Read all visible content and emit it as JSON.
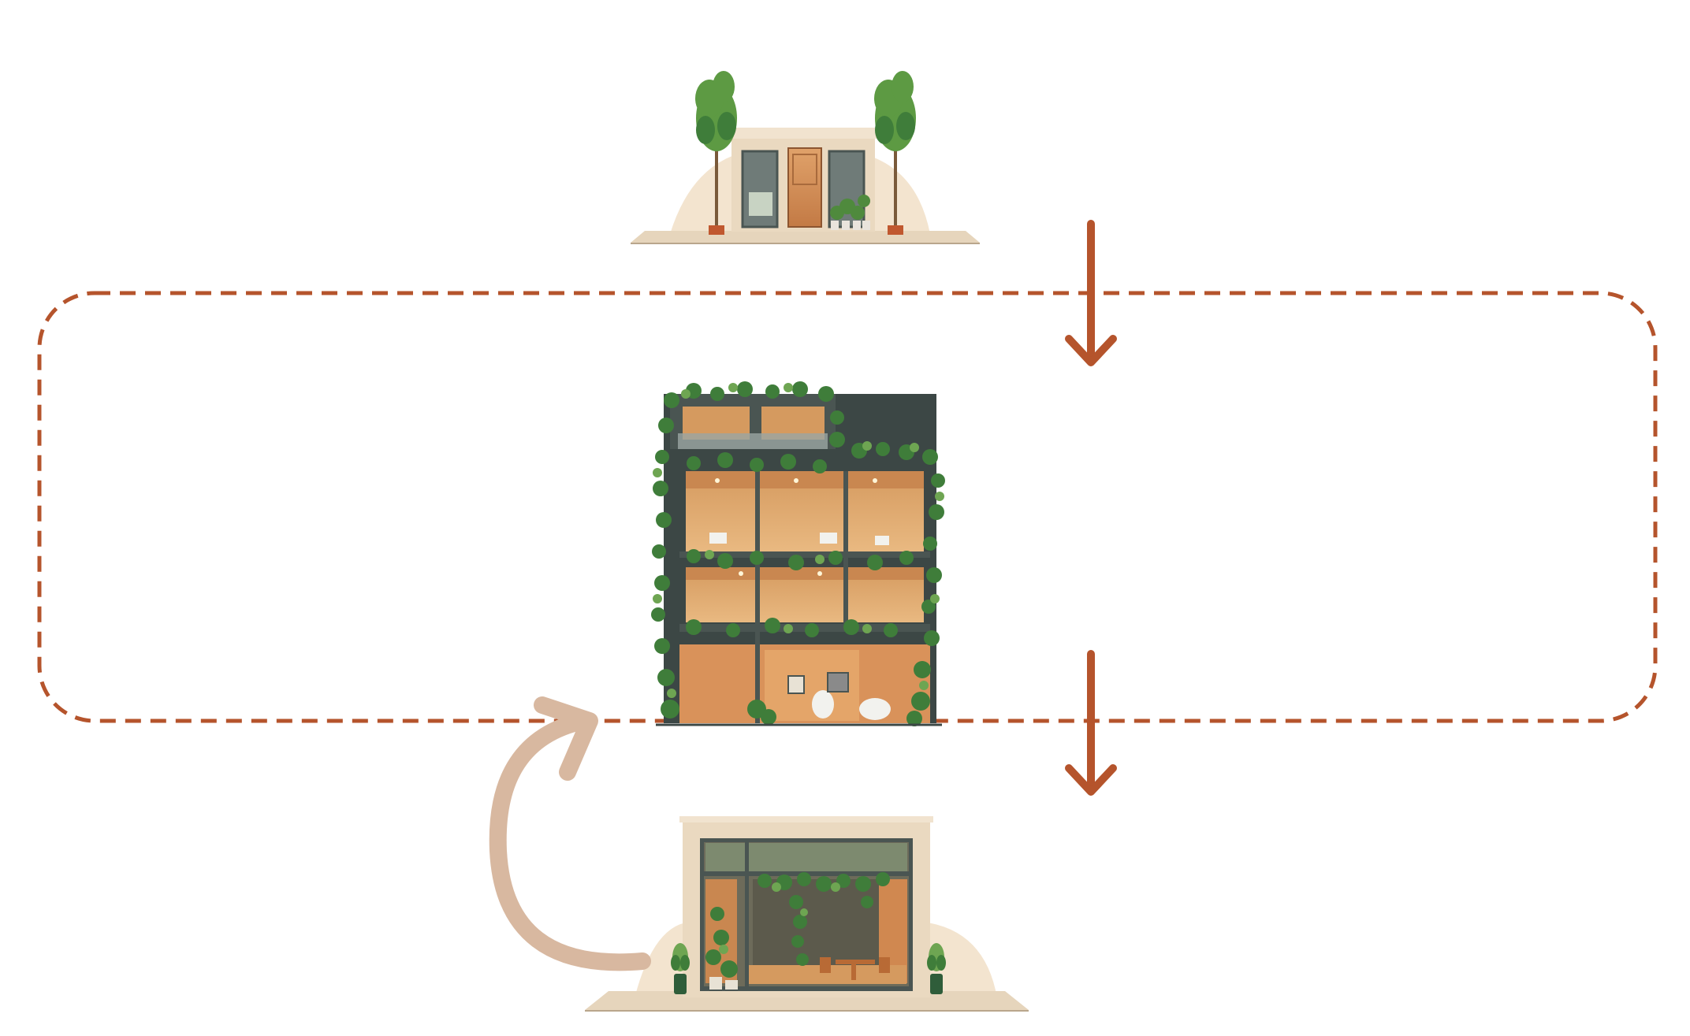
{
  "diagram": {
    "nodes": [
      {
        "id": "small-building",
        "icon": "small-storefront-building-with-trees-icon"
      },
      {
        "id": "green-building",
        "icon": "multi-storey-green-facade-building-icon"
      },
      {
        "id": "ground-floor-shop",
        "icon": "ground-floor-storefront-with-plants-icon"
      }
    ],
    "edges": [
      {
        "from": "small-building",
        "to": "green-building",
        "style": "solid-arrow",
        "color": "#b5542c"
      },
      {
        "from": "green-building",
        "to": "ground-floor-shop",
        "style": "solid-arrow",
        "color": "#b5542c"
      },
      {
        "from": "ground-floor-shop",
        "to": "green-building",
        "style": "curved-arrow",
        "color": "#d8b8a0"
      }
    ],
    "group": {
      "style": "dashed-rounded-rectangle",
      "color": "#b5542c",
      "contains": [
        "green-building"
      ]
    }
  },
  "colors": {
    "accent": "#b5542c",
    "curve": "#d8b8a0",
    "plaster": "#f0e2cc",
    "wood": "#d08850",
    "foliage": "#3f7d3a",
    "foliage_light": "#6ea552",
    "glass": "#7d8a84",
    "frame": "#4a5552",
    "paving": "#e6d5bc"
  }
}
